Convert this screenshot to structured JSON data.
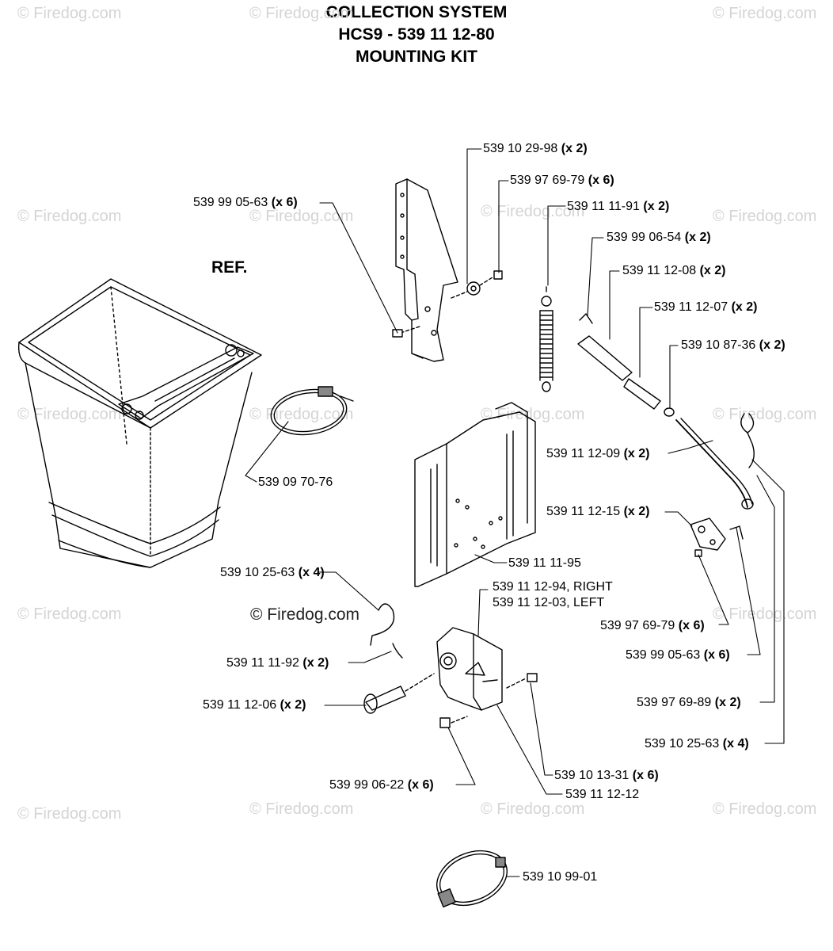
{
  "title": {
    "line1": "COLLECTION SYSTEM",
    "line2": "HCS9 - 539 11 12-80",
    "line3": "MOUNTING KIT"
  },
  "ref_label": "REF.",
  "watermark": "© Firedog.com",
  "parts": [
    {
      "id": "p1",
      "number": "539 10 29-98",
      "qty": "(x 2)"
    },
    {
      "id": "p2",
      "number": "539 97 69-79",
      "qty": "(x 6)"
    },
    {
      "id": "p3",
      "number": "539 99 05-63",
      "qty": "(x 6)"
    },
    {
      "id": "p4",
      "number": "539 11 11-91",
      "qty": "(x 2)"
    },
    {
      "id": "p5",
      "number": "539 99 06-54",
      "qty": "(x 2)"
    },
    {
      "id": "p6",
      "number": "539 11 12-08",
      "qty": "(x 2)"
    },
    {
      "id": "p7",
      "number": "539 11 12-07",
      "qty": "(x 2)"
    },
    {
      "id": "p8",
      "number": "539 10 87-36",
      "qty": "(x 2)"
    },
    {
      "id": "p9",
      "number": "539 11 12-09",
      "qty": "(x 2)"
    },
    {
      "id": "p10",
      "number": "539 09 70-76",
      "qty": ""
    },
    {
      "id": "p11",
      "number": "539 11 12-15",
      "qty": "(x 2)"
    },
    {
      "id": "p12",
      "number": "539 11 11-95",
      "qty": ""
    },
    {
      "id": "p13",
      "number": "539 10 25-63",
      "qty": "(x 4)"
    },
    {
      "id": "p14",
      "number": "539 11 12-94, RIGHT",
      "qty": ""
    },
    {
      "id": "p15",
      "number": "539 11 12-03, LEFT",
      "qty": ""
    },
    {
      "id": "p16",
      "number": "539 97 69-79",
      "qty": "(x 6)"
    },
    {
      "id": "p17",
      "number": "539 11 11-92",
      "qty": "(x 2)"
    },
    {
      "id": "p18",
      "number": "539 99 05-63",
      "qty": "(x 6)"
    },
    {
      "id": "p19",
      "number": "539 11 12-06",
      "qty": "(x 2)"
    },
    {
      "id": "p20",
      "number": "539 97 69-89",
      "qty": "(x 2)"
    },
    {
      "id": "p21",
      "number": "539 10 25-63",
      "qty": "(x 4)"
    },
    {
      "id": "p22",
      "number": "539 10 13-31",
      "qty": "(x 6)"
    },
    {
      "id": "p23",
      "number": "539 99 06-22",
      "qty": "(x 6)"
    },
    {
      "id": "p24",
      "number": "539 11 12-12",
      "qty": ""
    },
    {
      "id": "p25",
      "number": "539 10 99-01",
      "qty": ""
    }
  ]
}
